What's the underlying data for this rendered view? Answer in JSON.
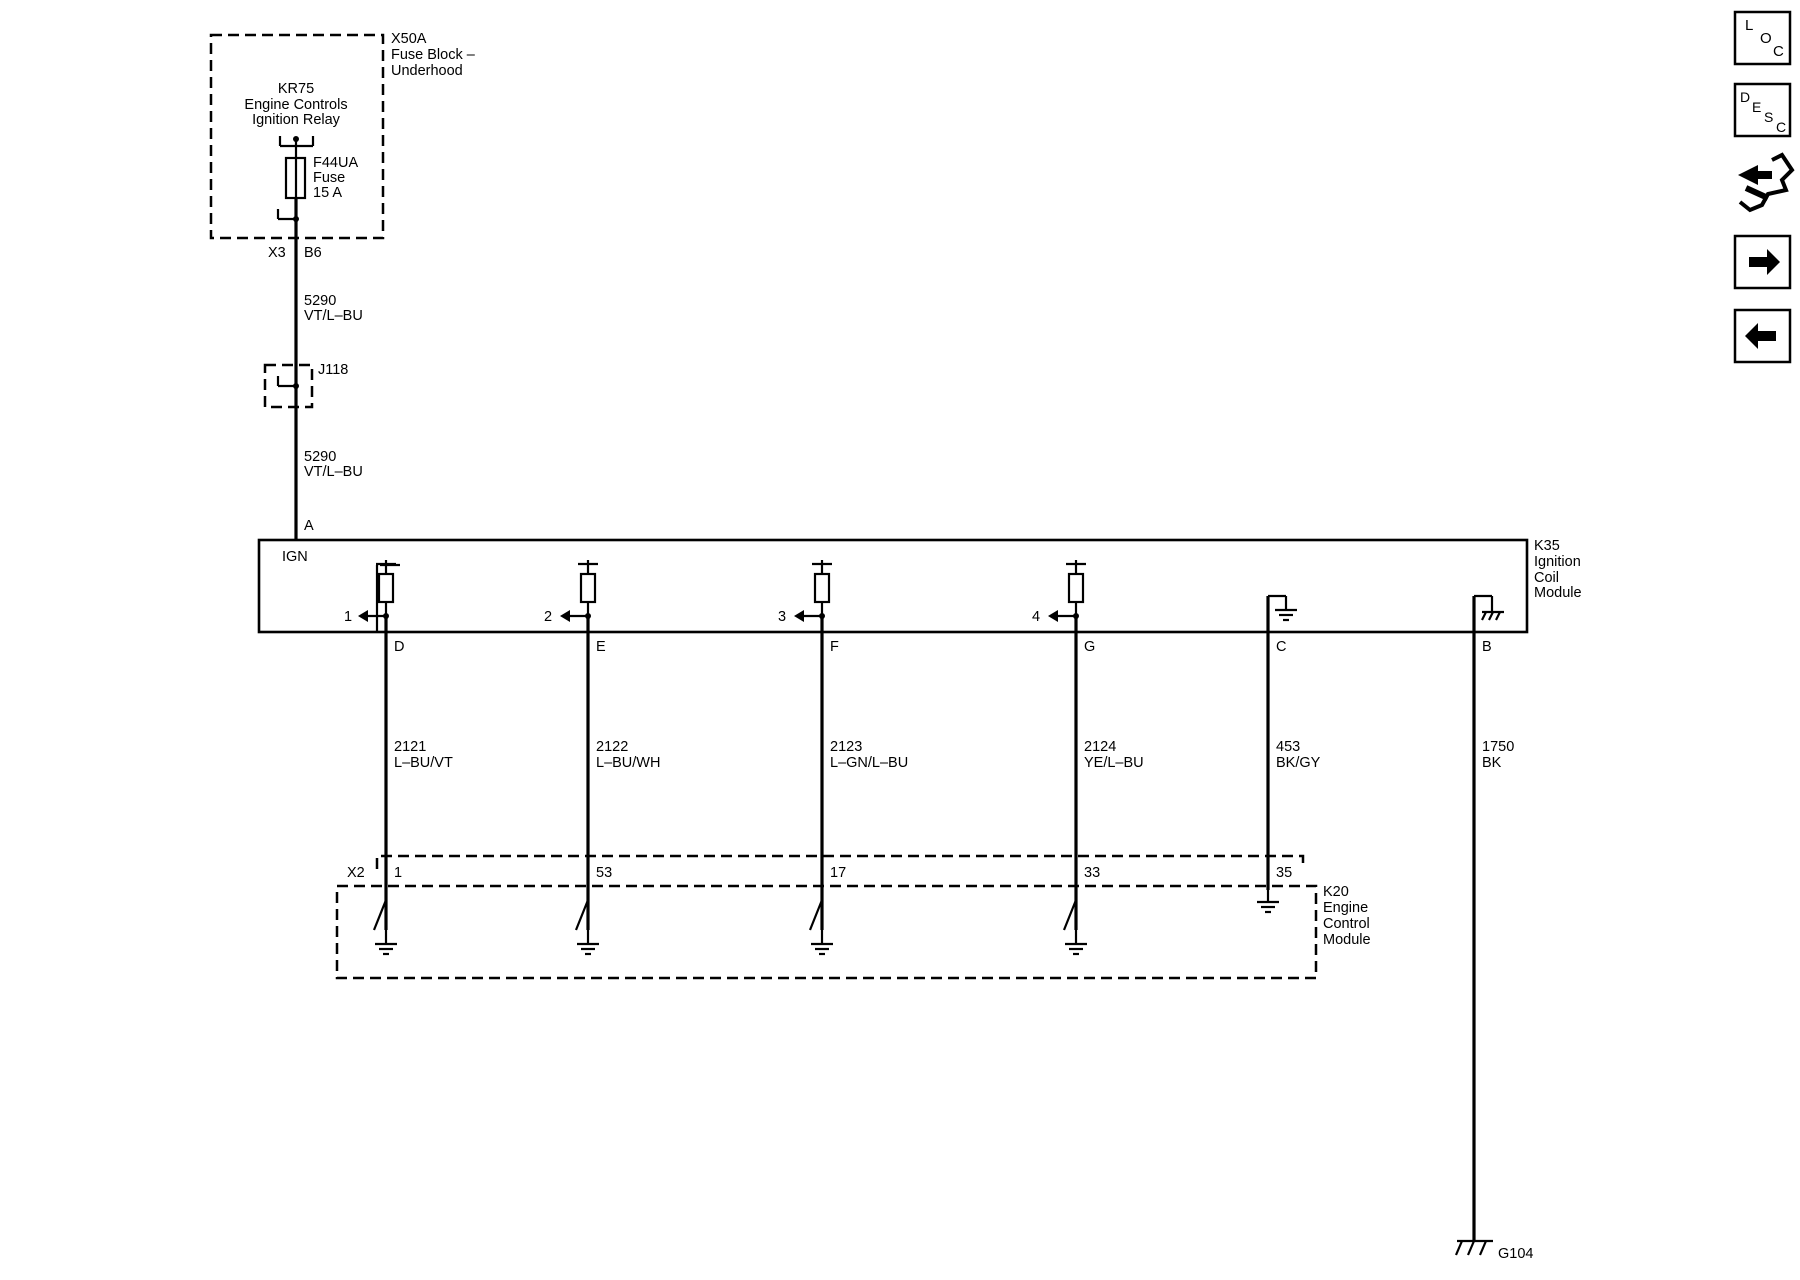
{
  "fuse_block": {
    "id": "X50A",
    "name_line1": "Fuse Block –",
    "name_line2": "Underhood",
    "relay_id": "KR75",
    "relay_line1": "Engine Controls",
    "relay_line2": "Ignition Relay",
    "fuse_id": "F44UA",
    "fuse_word": "Fuse",
    "fuse_rating": "15 A",
    "connector": "X3",
    "pin": "B6"
  },
  "feed": {
    "upper_circuit": "5290",
    "upper_color": "VT/L–BU",
    "splice": "J118",
    "lower_circuit": "5290",
    "lower_color": "VT/L–BU",
    "pin": "A"
  },
  "coil_module": {
    "id": "K35",
    "name_line1": "Ignition",
    "name_line2": "Coil",
    "name_line3": "Module",
    "ign_label": "IGN"
  },
  "coil_circuits": [
    {
      "cyl": "1",
      "pin": "D",
      "circuit": "2121",
      "color": "L–BU/VT",
      "ecm_pin": "1"
    },
    {
      "cyl": "2",
      "pin": "E",
      "circuit": "2122",
      "color": "L–BU/WH",
      "ecm_pin": "53"
    },
    {
      "cyl": "3",
      "pin": "F",
      "circuit": "2123",
      "color": "L–GN/L–BU",
      "ecm_pin": "17"
    },
    {
      "cyl": "4",
      "pin": "G",
      "circuit": "2124",
      "color": "YE/L–BU",
      "ecm_pin": "33"
    }
  ],
  "low_ref": {
    "pin": "C",
    "circuit": "453",
    "color": "BK/GY",
    "ecm_pin": "35"
  },
  "ground": {
    "pin": "B",
    "circuit": "1750",
    "color": "BK",
    "ground_id": "G104"
  },
  "ecm": {
    "connector": "X2",
    "id": "K20",
    "name_line1": "Engine",
    "name_line2": "Control",
    "name_line3": "Module"
  },
  "nav": {
    "loc": {
      "l1": "L",
      "l2": "O",
      "l3": "C",
      "icon": "location-icon"
    },
    "desc": {
      "l1": "D",
      "l2": "E",
      "l3": "S",
      "l4": "C",
      "icon": "description-icon"
    },
    "connector_icon": "connector-repair-icon",
    "next_icon": "arrow-right-icon",
    "prev_icon": "arrow-left-icon"
  }
}
